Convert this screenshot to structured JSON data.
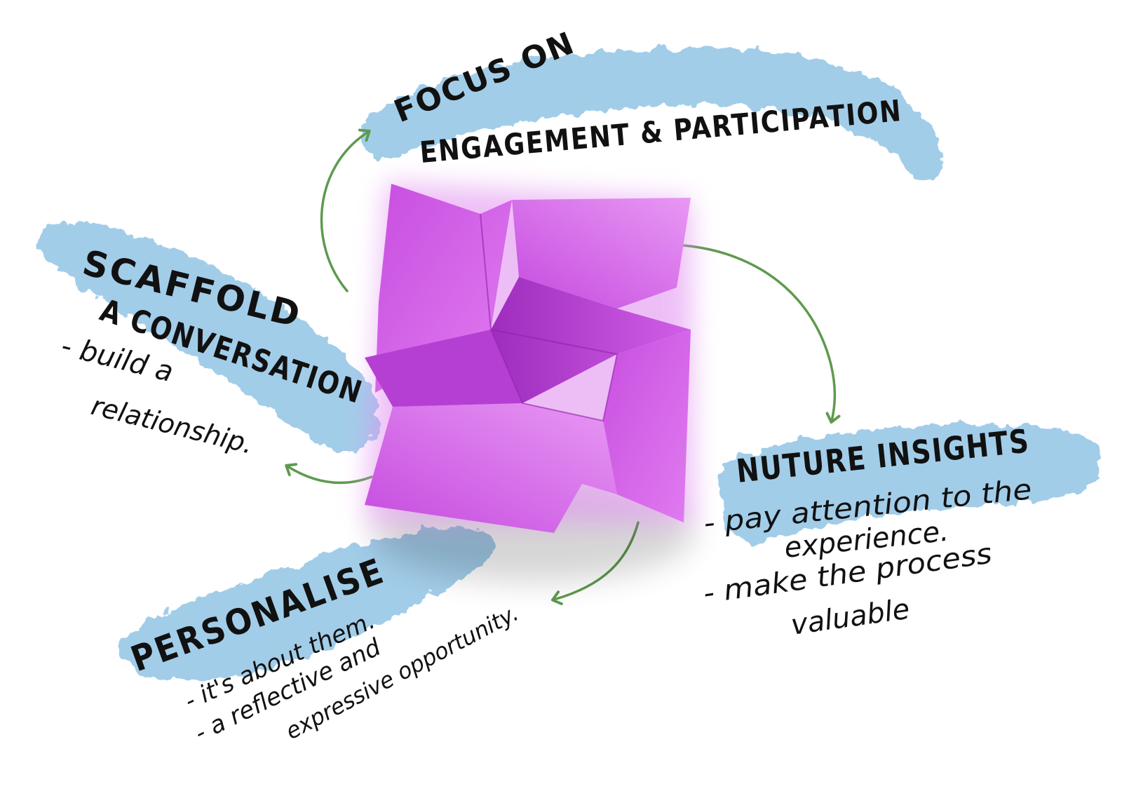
{
  "colors": {
    "background": "#ffffff",
    "brush_blue": "#9ecbe8",
    "paper_purple": "#d65ce8",
    "paper_purple_dark": "#a533c4",
    "arrow_green": "#5e9a4e",
    "ink": "#111111"
  },
  "nodes": {
    "engagement": {
      "line1": "focus on",
      "line2": "engagement & participation"
    },
    "scaffold": {
      "line1": "Scaffold",
      "line2": "a conversation",
      "note1": "- build a",
      "note2": "relationship."
    },
    "insights": {
      "title": "Nuture insights",
      "note1": "- pay attention to the",
      "note2": "experience.",
      "note3": "- make the process",
      "note4": "valuable"
    },
    "personalise": {
      "title": "Personalise",
      "note1": "- it's about them.",
      "note2": "- a reflective and",
      "note3": "expressive opportunity."
    }
  },
  "center": {
    "icon": "folded-paper-pinwheel-icon"
  },
  "arrows": [
    {
      "from": "scaffold",
      "to": "engagement"
    },
    {
      "from": "engagement",
      "to": "insights"
    },
    {
      "from": "insights",
      "to": "personalise"
    },
    {
      "from": "personalise",
      "to": "scaffold"
    }
  ]
}
